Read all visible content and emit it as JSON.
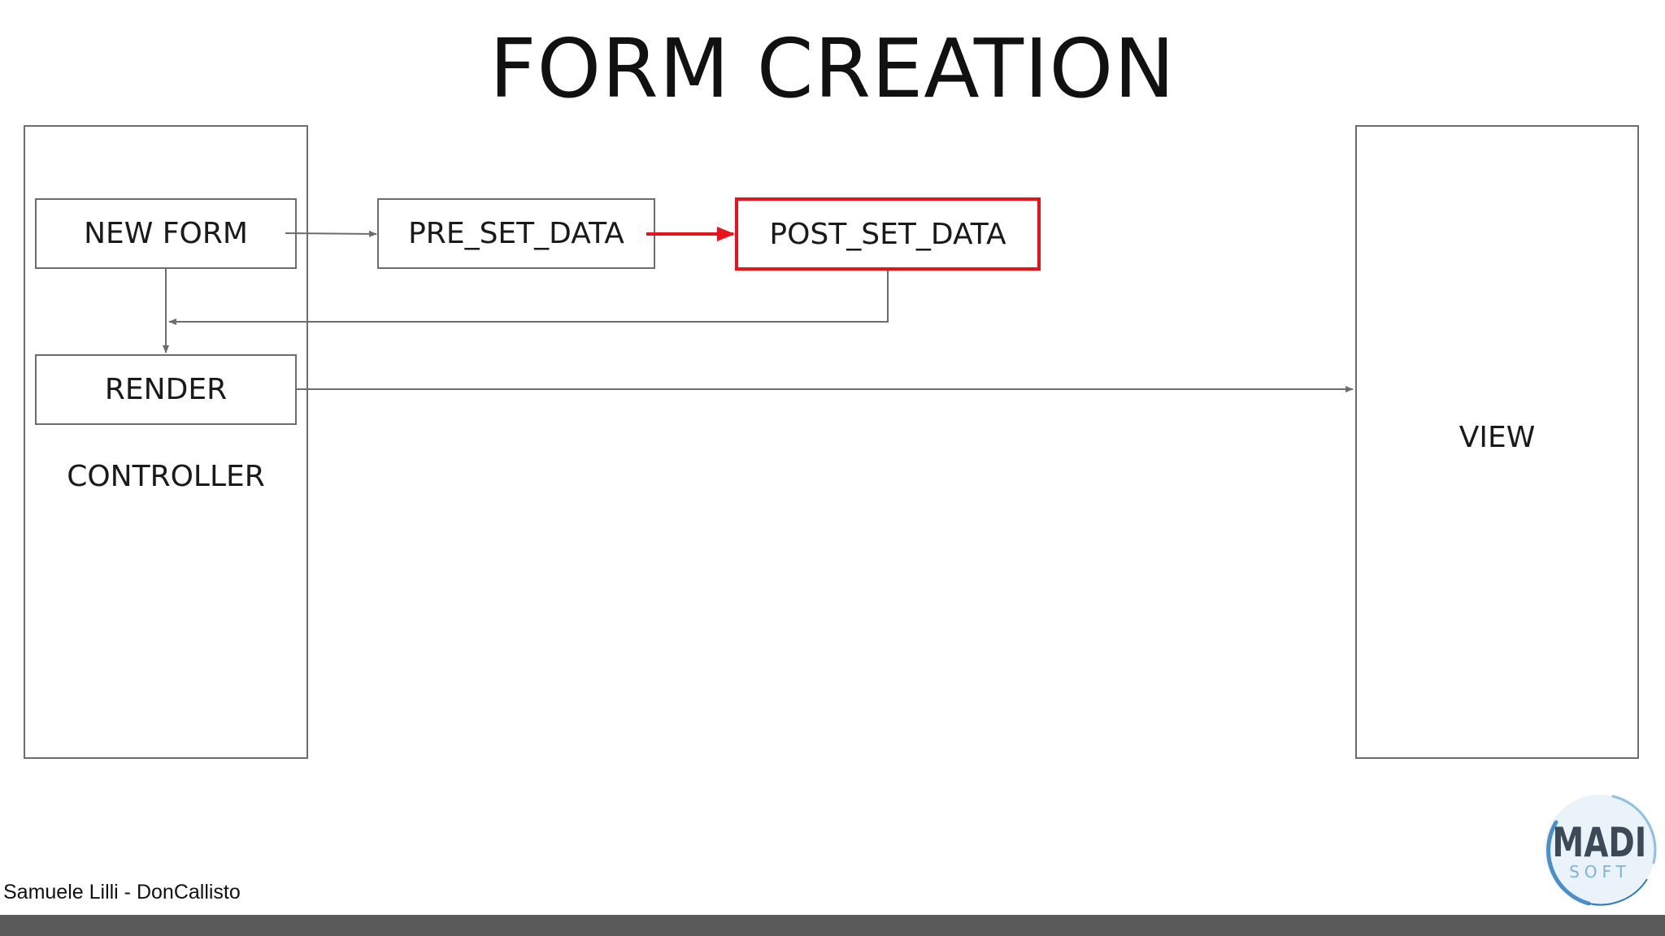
{
  "slide": {
    "title": "FORM CREATION",
    "credit": "Samuele Lilli - DonCallisto"
  },
  "diagram": {
    "nodes": {
      "new_form": "NEW FORM",
      "pre_set_data": "PRE_SET_DATA",
      "post_set_data": "POST_SET_DATA",
      "render": "RENDER"
    },
    "panels": {
      "controller": "CONTROLLER",
      "view": "VIEW"
    },
    "highlight_color": "#e8141c",
    "line_color": "#6d6d6d"
  },
  "logo": {
    "text_main": "MADI",
    "text_sub": "SOFT"
  },
  "colors": {
    "bottom_bar": "#595959"
  }
}
